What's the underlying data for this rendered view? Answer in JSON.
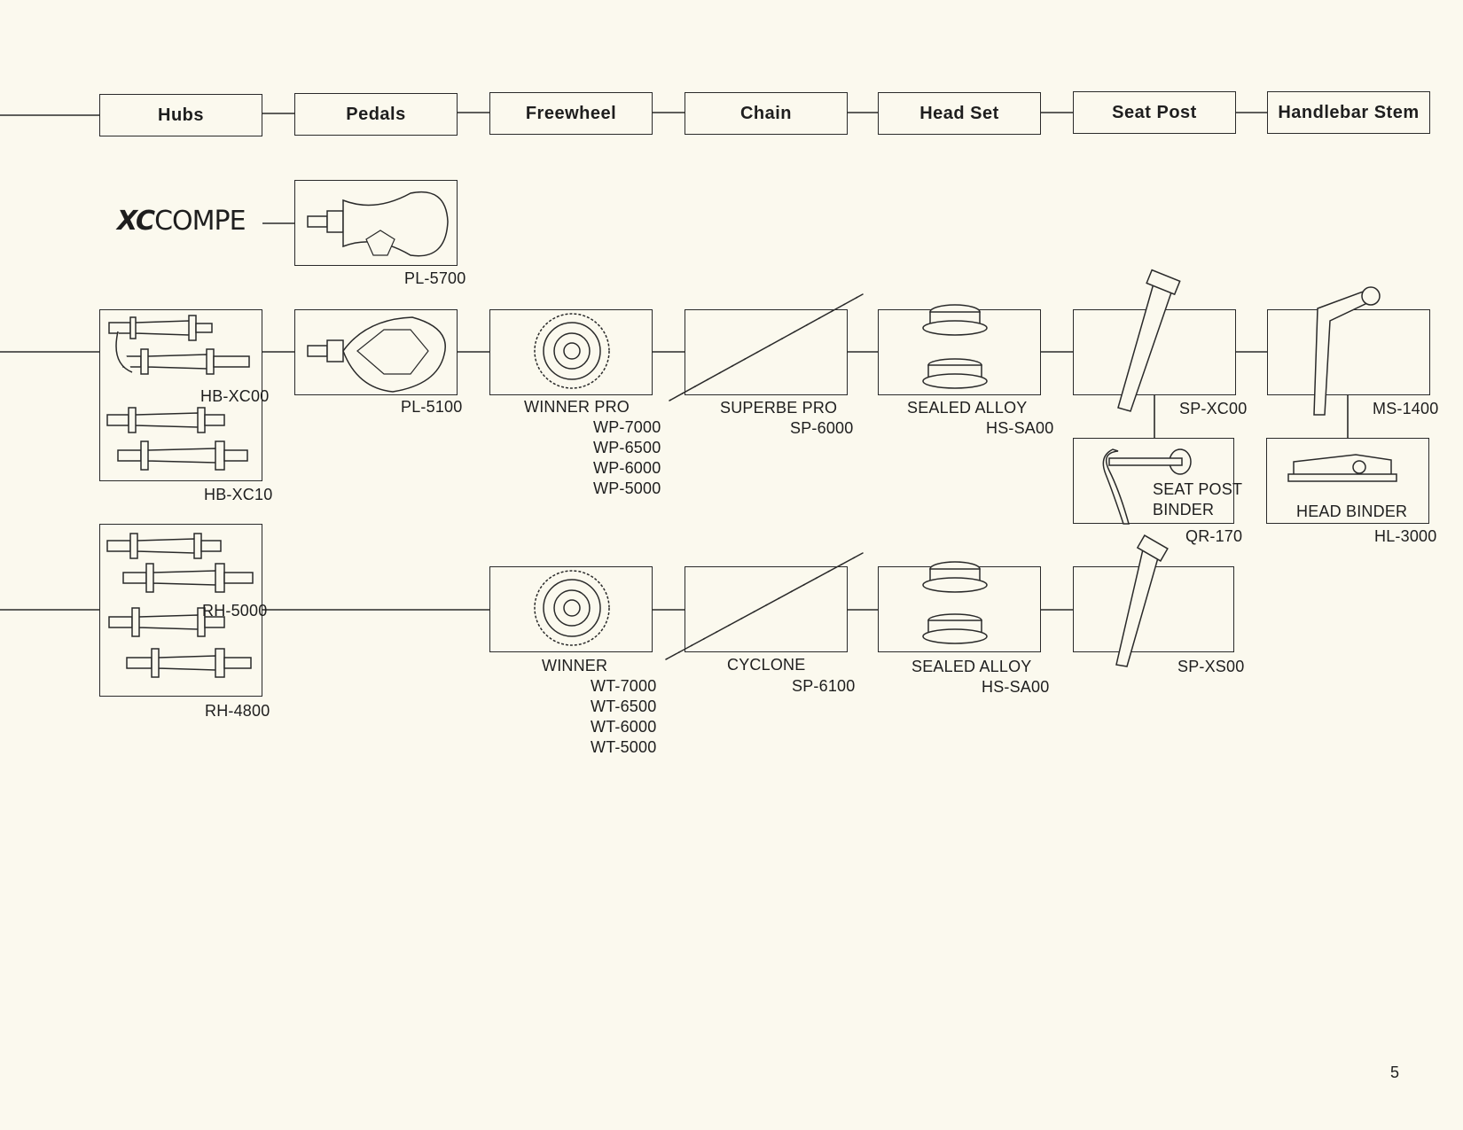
{
  "headers": {
    "hubs": "Hubs",
    "pedals": "Pedals",
    "freewheel": "Freewheel",
    "chain": "Chain",
    "head_set": "Head Set",
    "seat_post": "Seat Post",
    "handlebar_stem": "Handlebar Stem"
  },
  "logo": {
    "xc": "XC",
    "compe": "COMPE"
  },
  "labels": {
    "pl5700": "PL-5700",
    "hbxc00": "HB-XC00",
    "hbxc10": "HB-XC10",
    "pl5100": "PL-5100",
    "winner_pro": "WINNER PRO",
    "wp": [
      "WP-7000",
      "WP-6500",
      "WP-6000",
      "WP-5000"
    ],
    "superbe_pro": "SUPERBE PRO",
    "sp6000": "SP-6000",
    "sealed_alloy_1": "SEALED ALLOY",
    "hssa00_1": "HS-SA00",
    "spxc00": "SP-XC00",
    "ms1400": "MS-1400",
    "seat_post_binder_1": "SEAT POST",
    "seat_post_binder_2": "BINDER",
    "qr170": "QR-170",
    "head_binder": "HEAD BINDER",
    "hl3000": "HL-3000",
    "rh5000": "RH-5000",
    "rh4800": "RH-4800",
    "winner": "WINNER",
    "wt": [
      "WT-7000",
      "WT-6500",
      "WT-6000",
      "WT-5000"
    ],
    "cyclone": "CYCLONE",
    "sp6100": "SP-6100",
    "sealed_alloy_2": "SEALED ALLOY",
    "hssa00_2": "HS-SA00",
    "spxs00": "SP-XS00"
  },
  "page_number": "5",
  "colors": {
    "paper": "#fbf9ee",
    "ink": "#2a2a2a"
  }
}
